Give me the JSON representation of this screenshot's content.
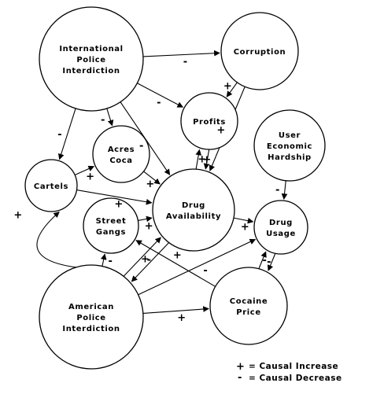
{
  "colors": {
    "stroke": "#000000",
    "background": "#ffffff"
  },
  "nodes": {
    "intl": {
      "lines": [
        "International",
        "Police",
        "Interdiction"
      ]
    },
    "corruption": {
      "lines": [
        "Corruption"
      ]
    },
    "profits": {
      "lines": [
        "Profits"
      ]
    },
    "user_hardship": {
      "lines": [
        "User",
        "Economic",
        "Hardship"
      ]
    },
    "acres_coca": {
      "lines": [
        "Acres",
        "Coca"
      ]
    },
    "cartels": {
      "lines": [
        "Cartels"
      ]
    },
    "drug_availability": {
      "lines": [
        "Drug",
        "Availability"
      ]
    },
    "drug_usage": {
      "lines": [
        "Drug",
        "Usage"
      ]
    },
    "street_gangs": {
      "lines": [
        "Street",
        "Gangs"
      ]
    },
    "american": {
      "lines": [
        "American",
        "Police",
        "Interdiction"
      ]
    },
    "cocaine_price": {
      "lines": [
        "Cocaine",
        "Price"
      ]
    }
  },
  "edges": [
    {
      "from": "intl",
      "to": "corruption",
      "sign": "-"
    },
    {
      "from": "intl",
      "to": "profits",
      "sign": "-"
    },
    {
      "from": "intl",
      "to": "acres_coca",
      "sign": "-"
    },
    {
      "from": "intl",
      "to": "cartels",
      "sign": "-"
    },
    {
      "from": "intl",
      "to": "drug_availability",
      "sign": "-"
    },
    {
      "from": "corruption",
      "to": "profits",
      "sign": "+"
    },
    {
      "from": "corruption",
      "to": "drug_availability",
      "sign": "+"
    },
    {
      "from": "profits",
      "to": "drug_availability",
      "sign": "+"
    },
    {
      "from": "drug_availability",
      "to": "profits",
      "sign": "+"
    },
    {
      "from": "acres_coca",
      "to": "drug_availability",
      "sign": "+"
    },
    {
      "from": "cartels",
      "to": "acres_coca",
      "sign": "+"
    },
    {
      "from": "cartels",
      "to": "drug_availability",
      "sign": "+"
    },
    {
      "from": "street_gangs",
      "to": "drug_availability",
      "sign": "+"
    },
    {
      "from": "drug_availability",
      "to": "drug_usage",
      "sign": "+"
    },
    {
      "from": "user_hardship",
      "to": "drug_usage",
      "sign": "-"
    },
    {
      "from": "drug_usage",
      "to": "cocaine_price",
      "sign": "-"
    },
    {
      "from": "cocaine_price",
      "to": "drug_usage",
      "sign": "-"
    },
    {
      "from": "american",
      "to": "street_gangs",
      "sign": "-"
    },
    {
      "from": "american",
      "to": "drug_availability",
      "sign": "-"
    },
    {
      "from": "drug_availability",
      "to": "american",
      "sign": "+"
    },
    {
      "from": "american",
      "to": "cocaine_price",
      "sign": "+"
    },
    {
      "from": "american",
      "to": "drug_usage",
      "sign": "-"
    },
    {
      "from": "cocaine_price",
      "to": "street_gangs",
      "sign": "+"
    },
    {
      "from": "american",
      "to": "cartels",
      "sign": "+"
    }
  ],
  "legend": {
    "increase": {
      "symbol": "+",
      "label": "= Causal Increase"
    },
    "decrease": {
      "symbol": "-",
      "label": "= Causal Decrease"
    }
  }
}
